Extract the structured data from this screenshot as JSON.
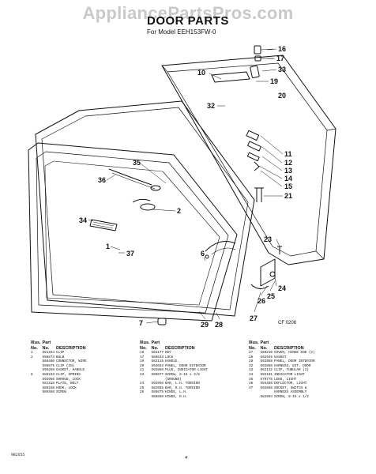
{
  "watermark": "AppliancePartsPros.com",
  "title": "DOOR PARTS",
  "subtitle": "For Model EEH153FW-0",
  "figure_code": "CF 0208",
  "callouts": [
    "16",
    "17",
    "33",
    "10",
    "19",
    "32",
    "20",
    "11",
    "12",
    "13",
    "14",
    "15",
    "21",
    "35",
    "36",
    "2",
    "34",
    "1",
    "37",
    "6",
    "23",
    "25",
    "26",
    "24",
    "7",
    "29",
    "28",
    "27"
  ],
  "columns": {
    "illus": "Illus.",
    "no": "No.",
    "part": "Part",
    "part_no": "No.",
    "description": "DESCRIPTION"
  },
  "parts_table": [
    [
      {
        "illus": "1",
        "part": "681464",
        "desc": "CLIP"
      },
      {
        "illus": "2",
        "part": "596873",
        "desc": "BULB"
      },
      {
        "illus": "",
        "part": "886460",
        "desc": "CONNECTOR, WIRE"
      },
      {
        "illus": "",
        "part": "596875",
        "desc": "CLIP (IN)"
      },
      {
        "illus": "",
        "part": "595268",
        "desc": "GASKET, HANDLE"
      },
      {
        "illus": "6",
        "part": "586233",
        "desc": "CLIP, SPRING"
      },
      {
        "illus": "",
        "part": "592956",
        "desc": "SHROUD, LOCK"
      },
      {
        "illus": "",
        "part": "581318",
        "desc": "PLATE, BOLT"
      },
      {
        "illus": "",
        "part": "586168",
        "desc": "HOOK, LOCK"
      },
      {
        "illus": "",
        "part": "686468",
        "desc": "SCREW"
      }
    ],
    [
      {
        "illus": "16",
        "part": "582177",
        "desc": "KEY"
      },
      {
        "illus": "17",
        "part": "586633",
        "desc": "LOCK"
      },
      {
        "illus": "19",
        "part": "582115",
        "desc": "HANDLE"
      },
      {
        "illus": "20",
        "part": "594653",
        "desc": "PANEL, DOOR EXTERIOR"
      },
      {
        "illus": "21",
        "part": "592869",
        "desc": "PLUG, INDICATOR LIGHT"
      },
      {
        "illus": "23",
        "part": "595077",
        "desc": "SCREW, 8-15 x 3/8"
      },
      {
        "illus": "",
        "part": "",
        "desc": "(GROUND)"
      },
      {
        "illus": "24",
        "part": "592956",
        "desc": "BAR, L.H. TORSION"
      },
      {
        "illus": "25",
        "part": "582955",
        "desc": "BAR, R.H. TORSION"
      },
      {
        "illus": "26",
        "part": "586675",
        "desc": "HINGE, L.H."
      },
      {
        "illus": "",
        "part": "586669",
        "desc": "HINGE, R.H."
      }
    ],
    [
      {
        "illus": "27",
        "part": "586210",
        "desc": "COVER, HINGE END (2)"
      },
      {
        "illus": "28",
        "part": "592945",
        "desc": "GASKET"
      },
      {
        "illus": "29",
        "part": "592958",
        "desc": "PANEL, DOOR INTERIOR"
      },
      {
        "illus": "32",
        "part": "592866",
        "desc": "HARNESS, EXT. DOOR"
      },
      {
        "illus": "33",
        "part": "652122",
        "desc": "CLIP, TUBULAR (2)"
      },
      {
        "illus": "34",
        "part": "592101",
        "desc": "INDICATOR LIGHT"
      },
      {
        "illus": "35",
        "part": "579775",
        "desc": "LENS, LIGHT"
      },
      {
        "illus": "36",
        "part": "594486",
        "desc": "DEFLECTOR, LIGHT"
      },
      {
        "illus": "37",
        "part": "592868",
        "desc": "SOCKET, SWITCH &"
      },
      {
        "illus": "",
        "part": "",
        "desc": "HARNESS ASSEMBLY"
      },
      {
        "illus": "",
        "part": "682994",
        "desc": "SCREW, 8-15 x 1/2"
      }
    ]
  ],
  "footer_code": "982055",
  "page_number": "4"
}
